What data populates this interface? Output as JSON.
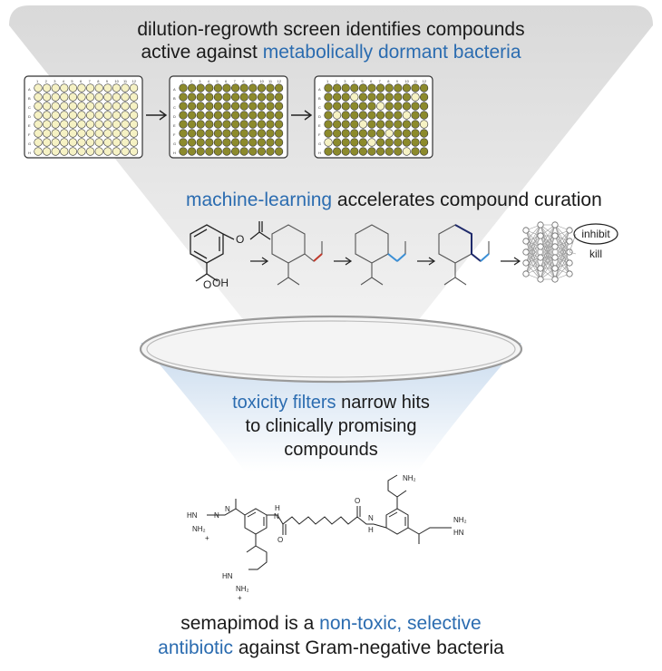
{
  "section1": {
    "line1": "dilution-regrowth screen identifies compounds",
    "line2_plain": "active against ",
    "line2_highlight": "metabolically dormant bacteria",
    "plate_rows": [
      "A",
      "B",
      "C",
      "D",
      "E",
      "F",
      "G",
      "H"
    ],
    "plate_cols": [
      "1",
      "2",
      "3",
      "4",
      "5",
      "6",
      "7",
      "8",
      "9",
      "10",
      "11",
      "12"
    ]
  },
  "section2": {
    "title_highlight": "machine-learning",
    "title_plain": " accelerates compound curation",
    "label_o": "O",
    "label_oh": "OH",
    "output_inhibit": "inhibit",
    "output_kill": "kill"
  },
  "section3": {
    "line1_highlight": "toxicity filters",
    "line1_plain": " narrow hits",
    "line2": "to clinically promising",
    "line3": "compounds"
  },
  "molecule": {
    "nh2": "NH₂",
    "hn": "HN",
    "n": "N",
    "h": "H",
    "o": "O",
    "plus": "+"
  },
  "conclusion": {
    "line1_plain": "semapimod is a ",
    "line1_highlight": "non-toxic, selective",
    "line2_highlight": "antibiotic",
    "line2_plain": " against Gram-negative bacteria"
  },
  "colors": {
    "highlight": "#2b6cb0",
    "well_empty": "#f6f2c4",
    "well_filled": "#8c8a2c",
    "funnel_top": "#dcdcdc",
    "funnel_bottom": "#dbe8f4",
    "bond_red": "#c0392b",
    "bond_blue": "#3a8fd6",
    "bond_navy": "#1f2a6b"
  }
}
